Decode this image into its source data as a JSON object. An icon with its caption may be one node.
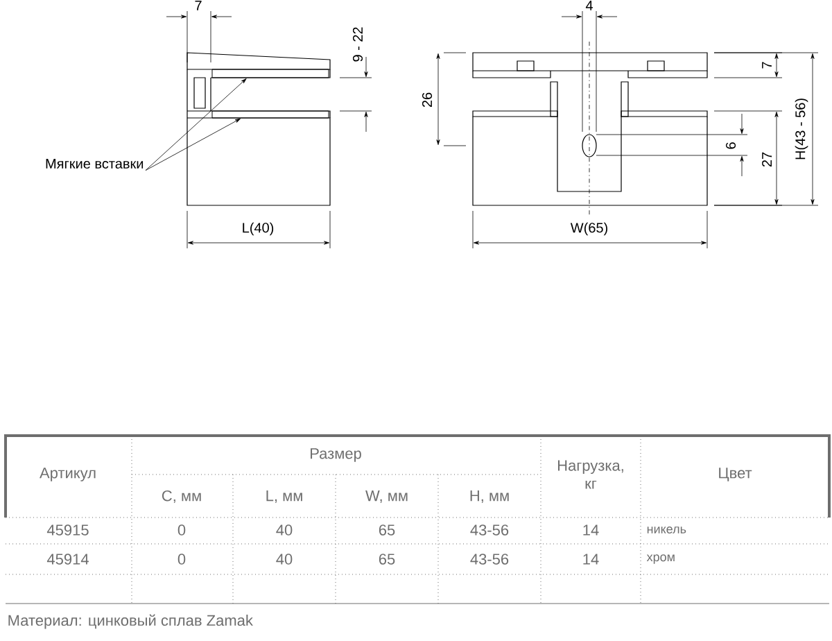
{
  "diagram": {
    "nodes": [
      {
        "text": [
          "Мягкие вставки"
        ]
      },
      {
        "text": [],
        "shape": "bar"
      },
      {
        "text": [],
        "shape": "bar"
      }
    ],
    "edges": [
      {
        "from": 0,
        "to": 1,
        "arrow": "to"
      },
      {
        "from": 0,
        "to": 2,
        "arrow": "to"
      }
    ],
    "labels": [
      "7",
      "9 - 22",
      "L(40)",
      "4",
      "26",
      "7",
      "6",
      "27",
      "H(43 - 56)",
      "W(65)",
      "Артикул",
      "Размер",
      "Нагрузка, кг",
      "Цвет",
      "C, мм",
      "L, мм",
      "W, мм",
      "H, мм",
      "45915",
      "0",
      "40",
      "65",
      "43-56",
      "14",
      "никель",
      "45914",
      "0",
      "40",
      "65",
      "43-56",
      "14",
      "хром",
      "Материал: цинковый сплав Zamak"
    ]
  }
}
